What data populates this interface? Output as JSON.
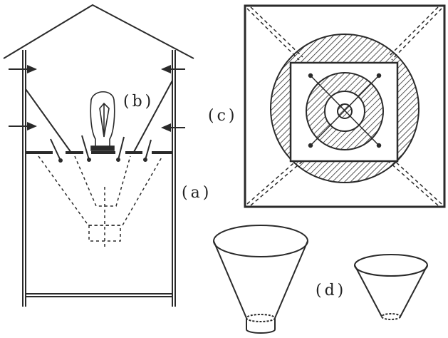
{
  "labels": {
    "a": "(a)",
    "b": "(b)",
    "c": "(c)",
    "d": "(d)"
  },
  "colors": {
    "ink": "#2a2a2a",
    "paper": "#ffffff"
  }
}
